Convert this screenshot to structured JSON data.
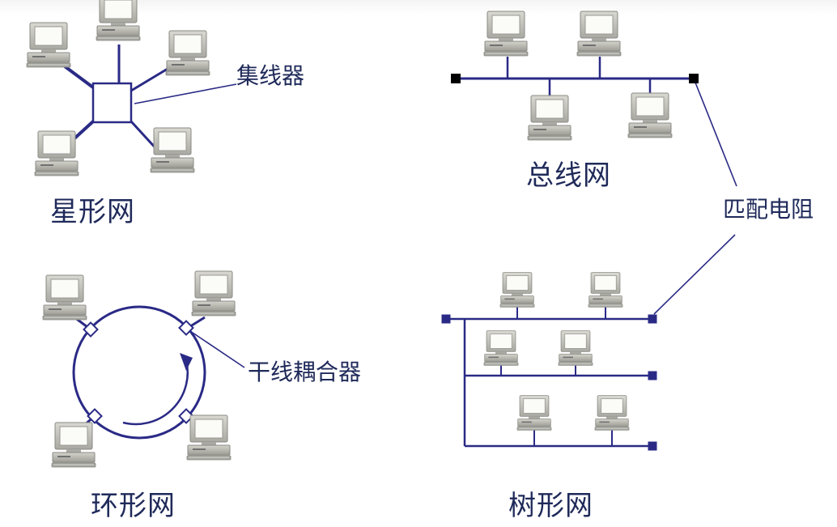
{
  "colors": {
    "line": "#2a2a86",
    "text": "#1f2a5a",
    "terminator_bus": "#000000",
    "terminator_tree": "#2a2a86"
  },
  "icons": {
    "computer": "computer-icon",
    "hub": "hub-box",
    "coupler": "coupler-diamond",
    "terminator": "terminator-square"
  },
  "star": {
    "title": "星形网",
    "hub_label": "集线器"
  },
  "bus": {
    "title": "总线网",
    "terminator_label": "匹配电阻"
  },
  "ring": {
    "title": "环形网",
    "coupler_label": "干线耦合器"
  },
  "tree": {
    "title": "树形网"
  }
}
